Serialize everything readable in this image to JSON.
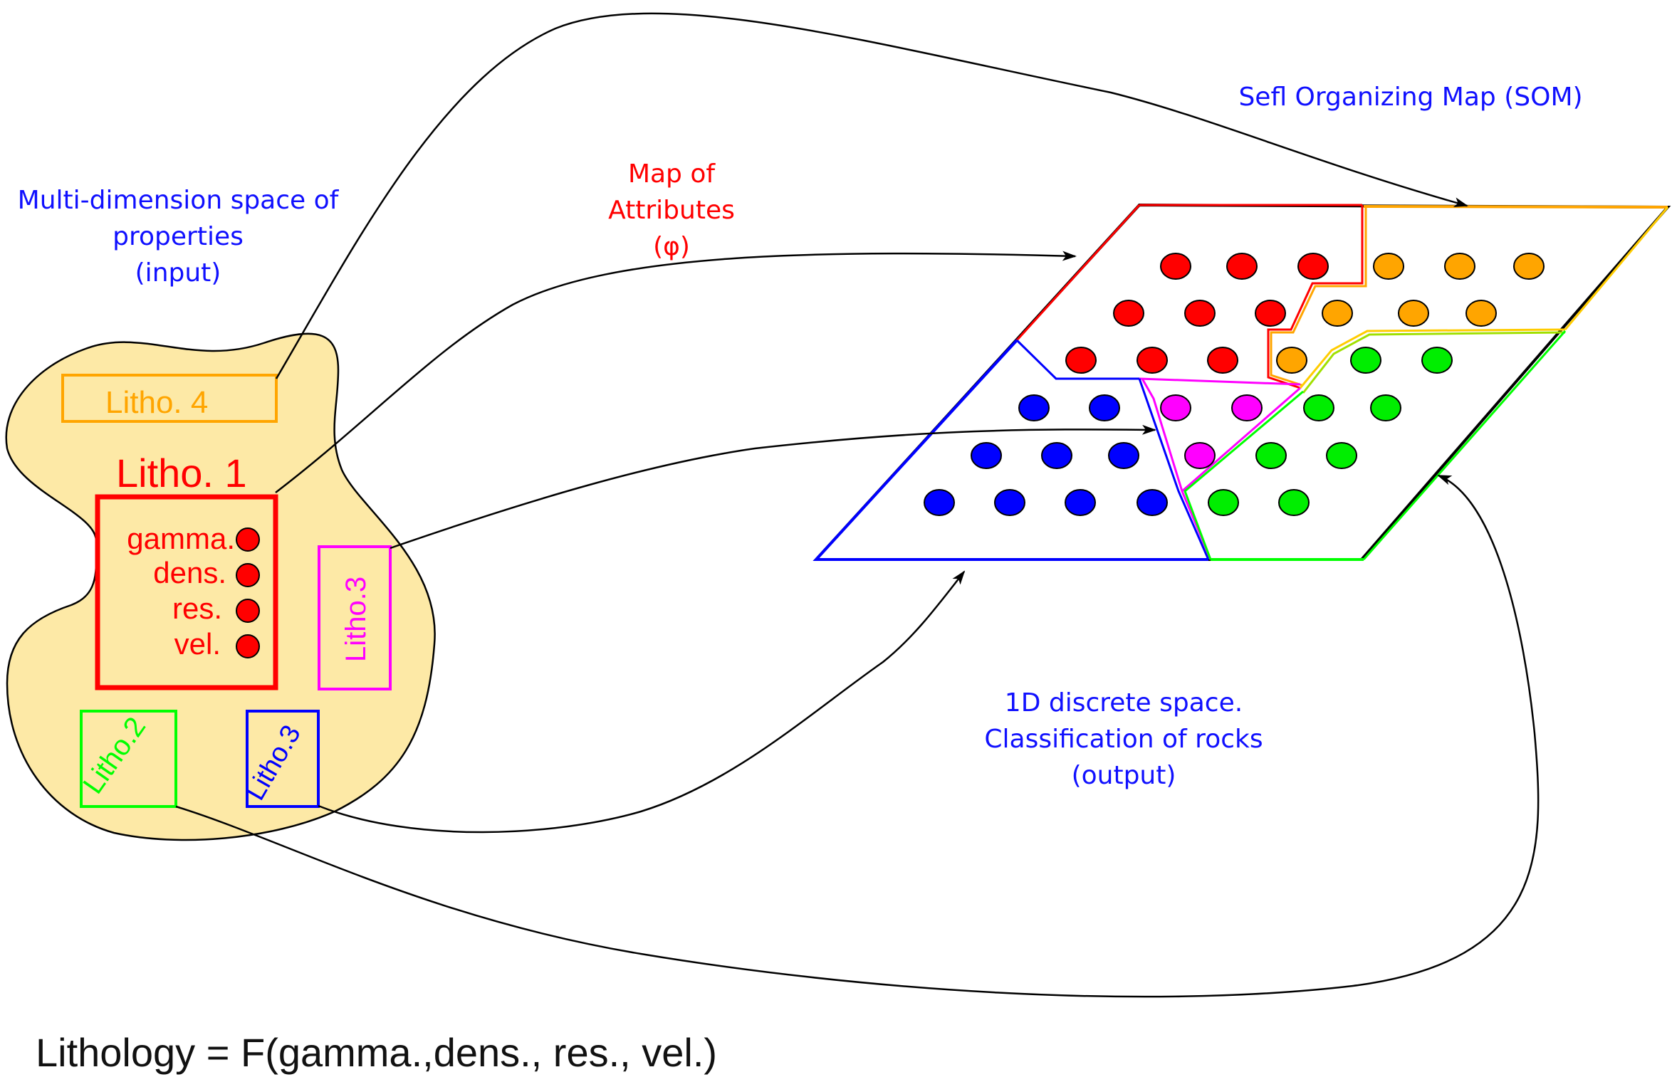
{
  "labels": {
    "input_line1": "Multi-dimension space of",
    "input_line2": "properties",
    "input_line3": "(input)",
    "map_line1": "Map of",
    "map_line2": "Attributes",
    "map_line3": "(φ)",
    "som": "Sefl Organizing Map (SOM)",
    "output_line1": "1D discrete space.",
    "output_line2": "Classification of rocks",
    "output_line3": "(output)",
    "formula": "Lithology = F(gamma.,dens., res., vel.)"
  },
  "lithologies": {
    "litho4": "Litho. 4",
    "litho1": "Litho. 1",
    "litho3_magenta": "Litho.3",
    "litho2": "Litho.2",
    "litho3_blue": "Litho.3"
  },
  "attributes": [
    "gamma.",
    "dens.",
    "res.",
    "vel."
  ],
  "colors": {
    "red": "#ff0000",
    "orange": "#ffa500",
    "magenta": "#ff00ff",
    "green": "#00ff00",
    "blue": "#0000ff",
    "blob": "#fde9a6",
    "label_blue": "#1010ff"
  }
}
